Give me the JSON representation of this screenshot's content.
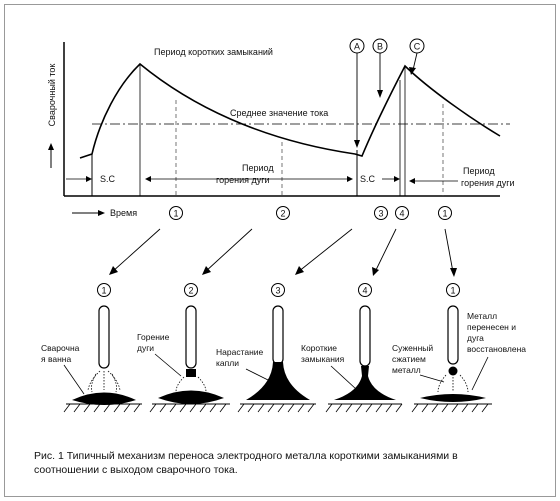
{
  "graph": {
    "y_axis_label": "Сварочный ток",
    "x_axis_label": "Время",
    "title_short_circuit_period": "Период коротких замыканий",
    "average_current_label": "Среднее значение тока",
    "arc_period_label_line1": "Период",
    "arc_period_label_line2": "горения дуги",
    "sc_label_left": "S.C",
    "sc_label_right": "S.C",
    "right_arc_period_line1": "Период",
    "right_arc_period_line2": "горения дуги",
    "markers": [
      "A",
      "B",
      "C"
    ],
    "timeline_numbers": [
      "1",
      "2",
      "3",
      "4",
      "1"
    ]
  },
  "stages": [
    {
      "number": "1",
      "label_lines": [
        "Сварочна",
        "я ванна"
      ]
    },
    {
      "number": "2",
      "label_lines": [
        "Горение",
        "дуги"
      ]
    },
    {
      "number": "3",
      "label_lines": [
        "Нарастание",
        "капли"
      ]
    },
    {
      "number": "4",
      "label_lines": [
        "Короткие",
        "замыкания"
      ]
    },
    {
      "number": "1",
      "label_lines": [
        "Суженный",
        "сжатием",
        "металл"
      ]
    },
    {
      "number": "",
      "label_lines": [
        "Металл",
        "перенесен и",
        "дуга",
        "восстановлена"
      ]
    }
  ],
  "caption_line1": "Рис. 1 Типичный механизм переноса электродного металла короткими замыканиями в",
  "caption_line2": "соотношении с выходом сварочного тока."
}
